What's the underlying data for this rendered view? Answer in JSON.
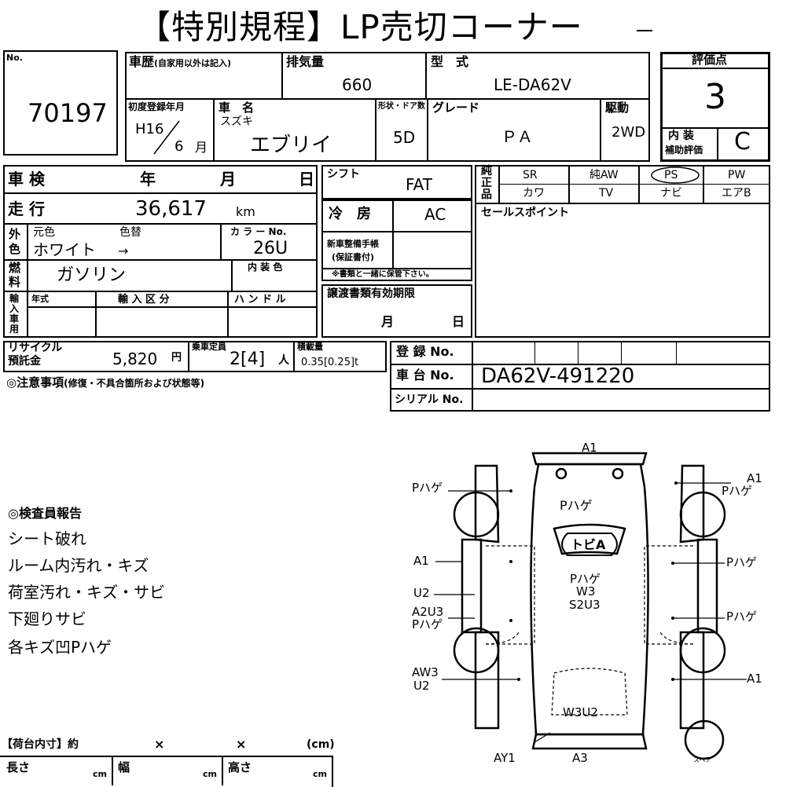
{
  "title": "【特別規程】LP売切コーナー",
  "stock": {
    "label": "No.",
    "value": "70197"
  },
  "history": {
    "label": "車歴",
    "note": "(自家用以外は記入)"
  },
  "displacement": {
    "label": "排気量",
    "value": "660"
  },
  "model_code": {
    "label": "型　式",
    "value": "LE-DA62V"
  },
  "first_reg": {
    "label": "初度登録年月",
    "era_year": "H16",
    "month": "6",
    "month_unit": "月"
  },
  "car_name": {
    "label": "車　名",
    "maker": "スズキ",
    "value": "エブリイ"
  },
  "doors": {
    "label": "形状・ドア数",
    "value": "5D"
  },
  "grade": {
    "label": "グレード",
    "value": "ＰＡ"
  },
  "drive": {
    "label": "駆動",
    "value": "2WD"
  },
  "score": {
    "label": "評価点",
    "value": "3",
    "interior_label_1": "内 装",
    "interior_label_2": "補助評価",
    "interior_value": "C"
  },
  "inspection": {
    "label": "車 検",
    "year": "年",
    "month": "月",
    "day": "日"
  },
  "mileage": {
    "label": "走 行",
    "value": "36,617",
    "unit": "km"
  },
  "exterior": {
    "side_1": "外",
    "side_2": "色",
    "orig_label": "元色",
    "change_label": "色替",
    "value": "ホワイト",
    "arrow": "→",
    "color_no_label": "カ ラ ー No.",
    "color_no": "26U",
    "interior_color_label": "内 装 色"
  },
  "fuel": {
    "side_1": "燃",
    "side_2": "料",
    "value": "ガソリン"
  },
  "import": {
    "side": [
      "輸",
      "入",
      "車",
      "用"
    ],
    "year_label": "年式",
    "category_label": "輸 入 区 分",
    "handle_label": "ハ ン ド ル"
  },
  "shift": {
    "label": "シフト",
    "value": "FAT"
  },
  "aircon": {
    "label": "冷　房",
    "value": "AC"
  },
  "manual": {
    "label_1": "新車整備手帳",
    "label_2": "(保証書付)",
    "note": "※書類と一緒に保管下さい。"
  },
  "transfer": {
    "label": "譲渡書類有効期限",
    "month": "月",
    "day": "日"
  },
  "equipment": {
    "side": [
      "純",
      "正",
      "品"
    ],
    "row1": [
      "SR",
      "純AW",
      "PS",
      "PW"
    ],
    "row2": [
      "カワ",
      "TV",
      "ナビ",
      "エアB"
    ],
    "circled": "PS"
  },
  "sales_point": {
    "label": "セールスポイント"
  },
  "recycle": {
    "label_1": "リサイクル",
    "label_2": "預託金",
    "value": "5,820",
    "unit": "円"
  },
  "capacity": {
    "label": "乗車定員",
    "value": "2[4]",
    "unit": "人"
  },
  "load": {
    "label": "積載量",
    "value": "0.35[0.25]t"
  },
  "notes": {
    "label": "◎注意事項",
    "sub": "(修復・不具合箇所および状態等)"
  },
  "registration": {
    "label": "登 録 No.",
    "value": ""
  },
  "chassis": {
    "label": "車 台 No.",
    "value": "DA62V-491220"
  },
  "serial": {
    "label": "シリアル No.",
    "value": ""
  },
  "inspector": {
    "label": "◎検査員報告",
    "items": [
      "シート破れ",
      "ルーム内汚れ・キズ",
      "荷室汚れ・キズ・サビ",
      "下廻りサビ",
      "各キズ凹Pハゲ"
    ]
  },
  "cargo": {
    "label": "【荷台内寸】約",
    "x1": "×",
    "x2": "×",
    "unit": "(cm)",
    "length": "長さ",
    "width": "幅",
    "height": "高さ",
    "cm": "cm"
  },
  "diagram": {
    "top": "A1",
    "roof": "Pハゲ",
    "tobi": "トビA",
    "center_1": "Pハゲ",
    "center_2": "W3",
    "center_3": "S2U3",
    "left_1": "Pハゲ",
    "left_2": "A1",
    "left_3": "U2",
    "left_4": "A2U3",
    "left_5": "Pハゲ",
    "left_6": "AW3",
    "left_7": "U2",
    "right_1": "A1",
    "right_2": "Pハゲ",
    "right_3": "Pハゲ",
    "right_4": "Pハゲ",
    "right_5": "A1",
    "rear": "W3U2",
    "bottom_1": "AY1",
    "bottom_2": "A3",
    "spare": "スペア"
  }
}
